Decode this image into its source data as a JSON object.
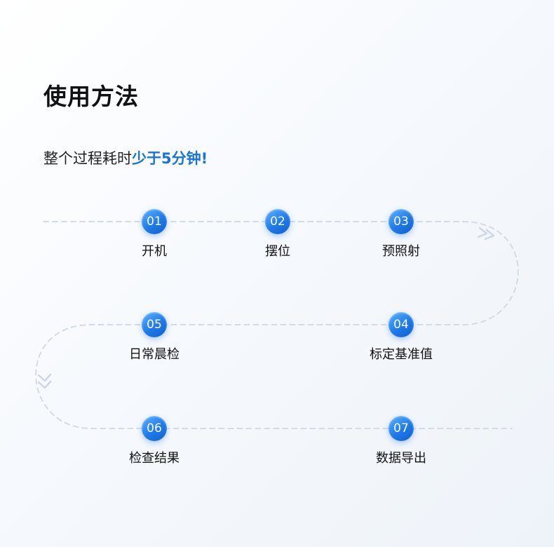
{
  "title": "使用方法",
  "subtitle": {
    "prefix": "整个过程耗时",
    "highlight": "少于5分钟!"
  },
  "colors": {
    "accent": "#1a73d9",
    "badge": "#1f7ae8",
    "path": "#d3dbe6"
  },
  "steps": [
    {
      "num": "01",
      "label": "开机"
    },
    {
      "num": "02",
      "label": "摆位"
    },
    {
      "num": "03",
      "label": "预照射"
    },
    {
      "num": "04",
      "label": "标定基准值"
    },
    {
      "num": "05",
      "label": "日常晨检"
    },
    {
      "num": "06",
      "label": "检查结果"
    },
    {
      "num": "07",
      "label": "数据导出"
    }
  ]
}
